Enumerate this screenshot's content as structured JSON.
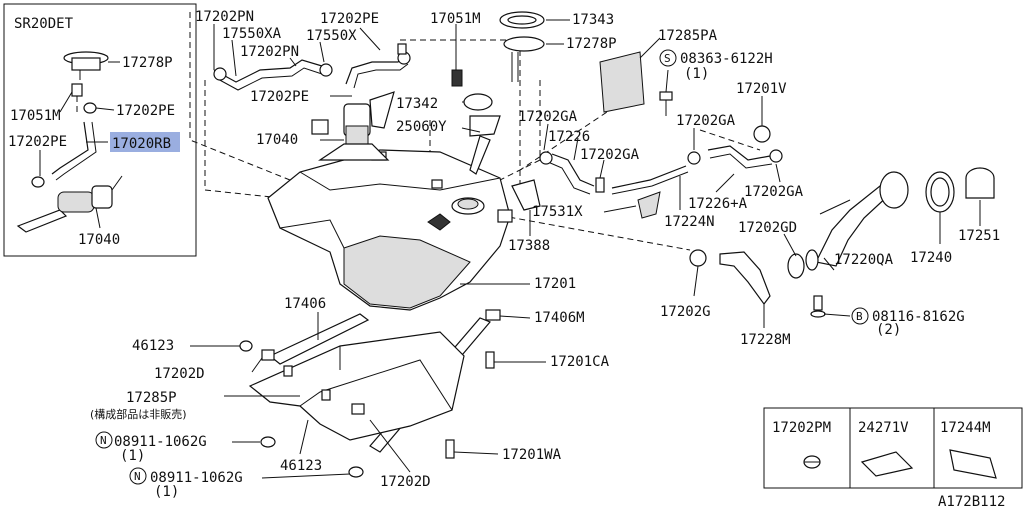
{
  "inset": {
    "title": "SR20DET",
    "labels": {
      "p17278P": "17278P",
      "p17051M": "17051M",
      "p17202PE_a": "17202PE",
      "p17202PE_b": "17202PE",
      "p17020RB": "17020RB",
      "p17040": "17040"
    }
  },
  "labels": {
    "p17202PN_a": "17202PN",
    "p17550XA": "17550XA",
    "p17202PN_b": "17202PN",
    "p17202PE_a": "17202PE",
    "p17550X": "17550X",
    "p17051M": "17051M",
    "p17343": "17343",
    "p17278P": "17278P",
    "p17285PA": "17285PA",
    "p08363": "08363-6122H",
    "p08363_qty": "(1)",
    "p17202PE_b": "17202PE",
    "p17342": "17342",
    "p17040": "17040",
    "p25060Y": "25060Y",
    "p17202GA_a": "17202GA",
    "p17226": "17226",
    "p17202GA_b": "17202GA",
    "p17201V": "17201V",
    "p17202GA_c": "17202GA",
    "p17202GA_d": "17202GA",
    "p17226A": "17226+A",
    "p17531X": "17531X",
    "p17224N": "17224N",
    "p17388": "17388",
    "p17202GD": "17202GD",
    "p17240": "17240",
    "p17251": "17251",
    "p17220QA": "17220QA",
    "p17201": "17201",
    "p17202G": "17202G",
    "p17228M": "17228M",
    "p08116": "08116-8162G",
    "p08116_qty": "(2)",
    "p17406": "17406",
    "p17406M": "17406M",
    "p46123_a": "46123",
    "p17201CA": "17201CA",
    "p17202D_a": "17202D",
    "p17285P": "17285P",
    "p17285P_note": "(構成部品は非販売)",
    "p08911_a": "08911-1062G",
    "p08911_a_qty": "(1)",
    "p46123_b": "46123",
    "p17201WA": "17201WA",
    "p08911_b": "08911-1062G",
    "p08911_b_qty": "(1)",
    "p17202D_b": "17202D",
    "circle_S": "S",
    "circle_B": "B",
    "circle_N_a": "N",
    "circle_N_b": "N"
  },
  "table": {
    "headers": [
      "17202PM",
      "24271V",
      "17244M"
    ]
  },
  "code": "A172B112"
}
